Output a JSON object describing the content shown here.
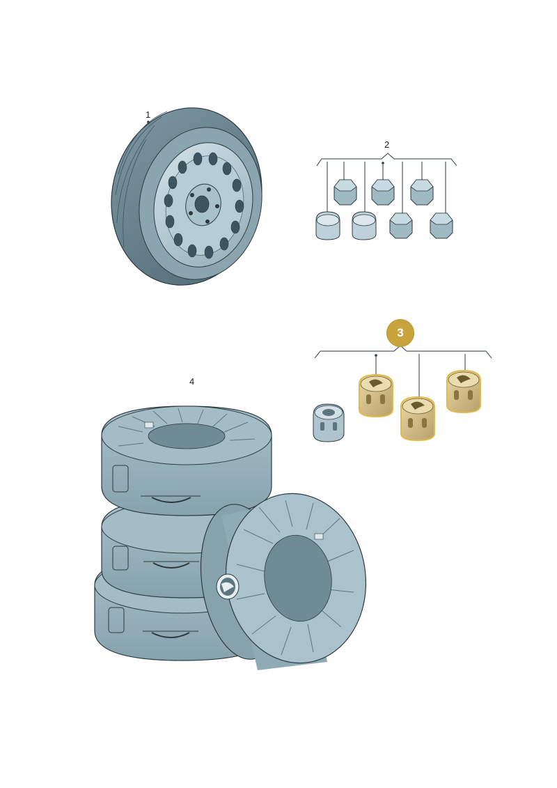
{
  "callouts": {
    "part1": "1",
    "part2": "2",
    "part3": "3",
    "part4": "4"
  },
  "colors": {
    "part_fill": "#9fb9c3",
    "part_dark": "#5c7680",
    "part_light": "#c9dbe2",
    "outline": "#2c3a40",
    "highlight_fill": "#d6c18a",
    "highlight_edge": "#e3b94a",
    "badge": "#c9a33c"
  },
  "icons": [
    "wheel-illustration",
    "wheel-bolt-cap-illustration",
    "anti-theft-bolt-illustration",
    "tire-bag-illustration",
    "brand-logo"
  ]
}
